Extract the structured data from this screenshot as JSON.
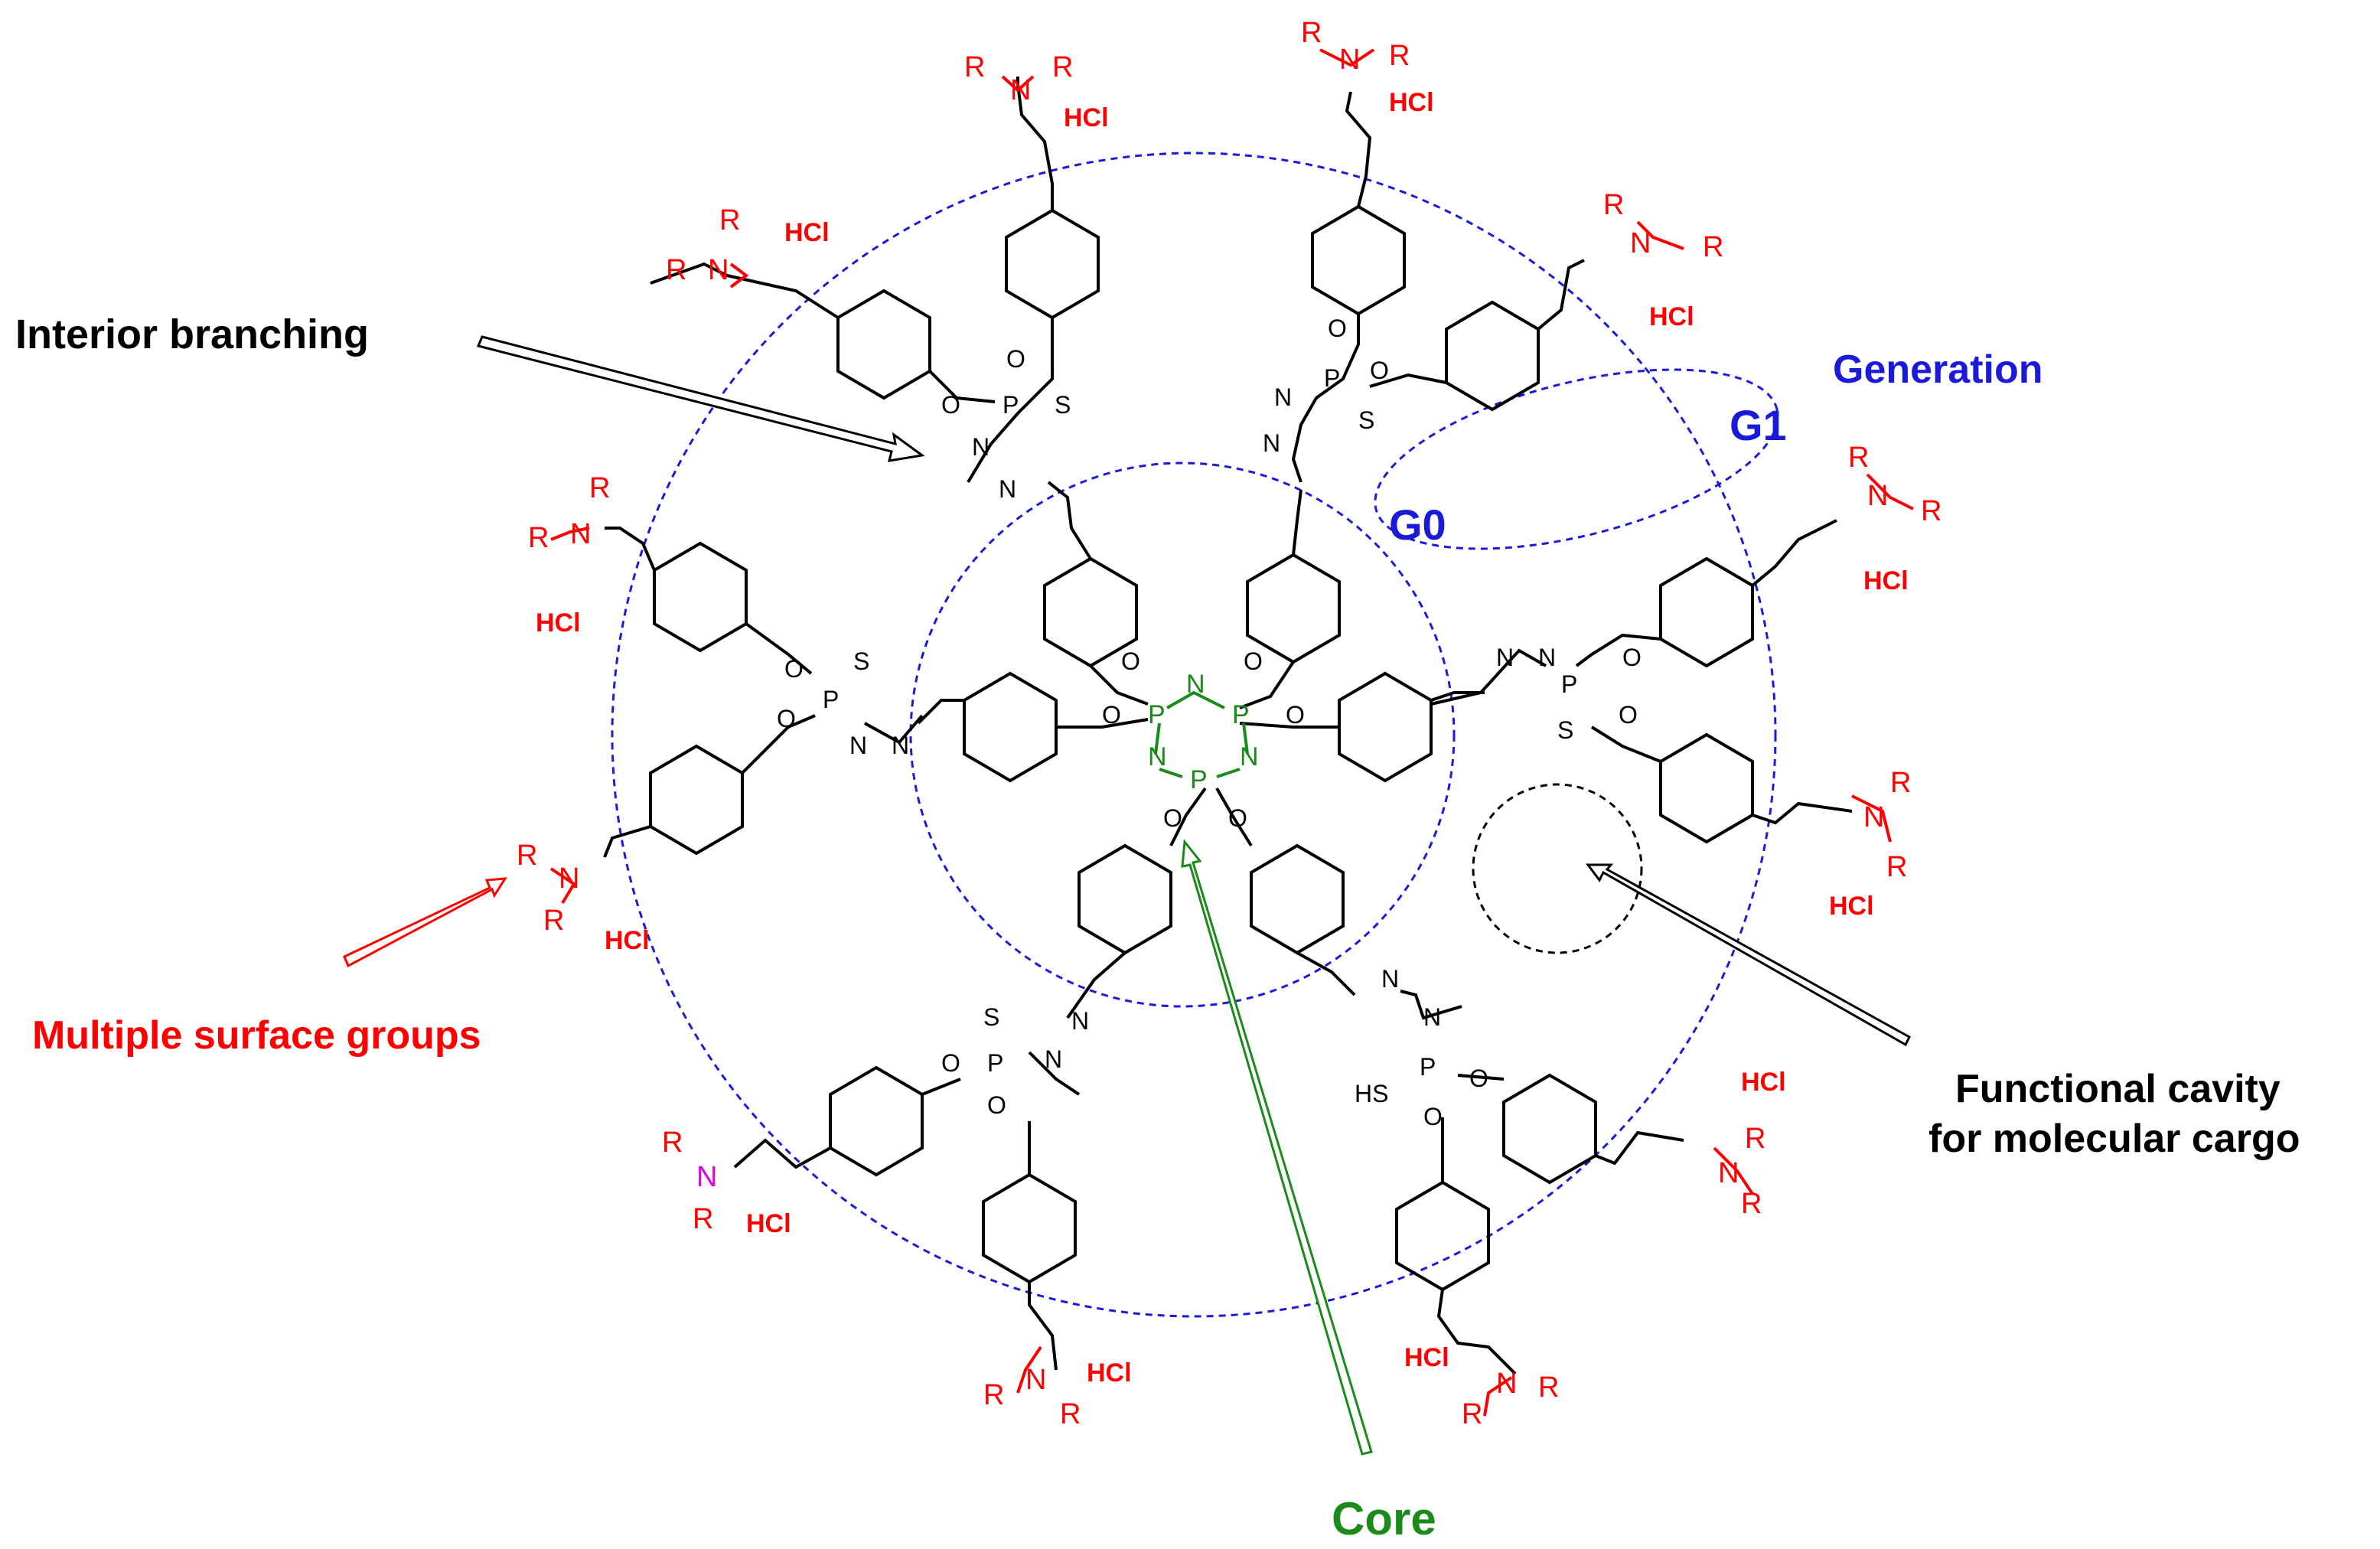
{
  "labels": {
    "interior_branching": "Interior branching",
    "generation": "Generation",
    "g0": "G0",
    "g1": "G1",
    "multiple_surface_groups": "Multiple surface groups",
    "functional_cavity_line1": "Functional cavity",
    "functional_cavity_line2": "for molecular cargo",
    "core": "Core"
  },
  "atoms": {
    "P": "P",
    "N": "N",
    "O": "O",
    "S": "S",
    "R": "R",
    "HS": "HS",
    "HCl": "HCl"
  },
  "colors": {
    "black": "#000000",
    "red": "#ff0000",
    "blue": "#1a1adb",
    "green": "#1a8a1a",
    "magenta": "#e000e0"
  }
}
